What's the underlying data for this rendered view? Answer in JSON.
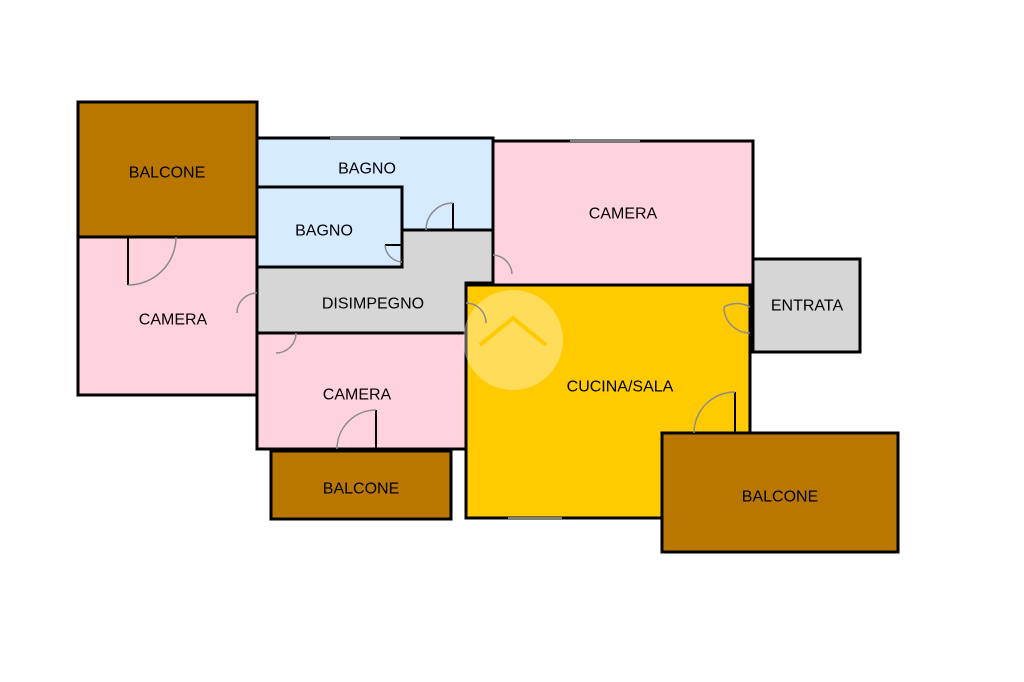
{
  "colors": {
    "balcone": "#b97700",
    "camera": "#ffd3de",
    "bagno": "#d6ebff",
    "disimpegno": "#d6d6d6",
    "cucina": "#ffca00",
    "entrata": "#d6d6d6",
    "wall": "#000000"
  },
  "rooms": {
    "balcone_top_left": "BALCONE",
    "bagno_large": "BAGNO",
    "bagno_small": "BAGNO",
    "camera_top_right": "CAMERA",
    "camera_left": "CAMERA",
    "disimpegno": "DISIMPEGNO",
    "entrata": "ENTRATA",
    "camera_bottom": "CAMERA",
    "cucina_sala": "CUCINA/SALA",
    "balcone_bottom": "BALCONE",
    "balcone_right": "BALCONE"
  }
}
